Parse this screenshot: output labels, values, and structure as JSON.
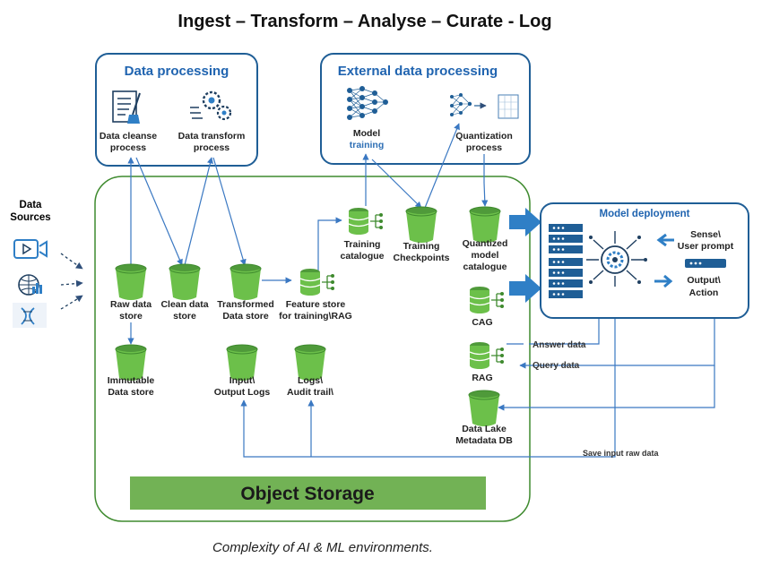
{
  "title": "Ingest – Transform – Analyse – Curate - Log",
  "caption": "Complexity of AI & ML environments.",
  "colors": {
    "green_dark": "#3e8a2e",
    "green_fill": "#6cc04a",
    "blue_dark": "#1f5e96",
    "blue_arrow": "#2f7fc6",
    "storage_green": "#72b255"
  },
  "data_sources": {
    "label_line1": "Data",
    "label_line2": "Sources",
    "icons": [
      "video-icon",
      "globe-chart-icon",
      "dna-icon"
    ]
  },
  "data_processing": {
    "title": "Data processing",
    "items": [
      {
        "line1": "Data cleanse",
        "line2": "process",
        "icon": "document-broom-icon"
      },
      {
        "line1": "Data transform",
        "line2": "process",
        "icon": "gears-icon"
      }
    ]
  },
  "external_processing": {
    "title": "External data processing",
    "items": [
      {
        "line1": "Model",
        "line2": "training",
        "icon": "neural-network-icon"
      },
      {
        "line1": "Quantization",
        "line2": "process",
        "icon": "network-to-matrix-icon"
      }
    ]
  },
  "stores": {
    "raw": {
      "line1": "Raw data",
      "line2": "store"
    },
    "clean": {
      "line1": "Clean data",
      "line2": "store"
    },
    "transformed": {
      "line1": "Transformed",
      "line2": "Data store"
    },
    "feature": {
      "line1": "Feature store",
      "line2": "for training\\RAG"
    },
    "training_catalogue": {
      "line1": "Training",
      "line2": "catalogue"
    },
    "training_checkpoints": {
      "line1": "Training",
      "line2": "Checkpoints"
    },
    "quantized": {
      "line1": "Quantized",
      "line2": "model",
      "line3": "catalogue"
    },
    "cag": {
      "line1": "CAG"
    },
    "rag": {
      "line1": "RAG"
    },
    "immutable": {
      "line1": "Immutable",
      "line2": "Data store"
    },
    "io_logs": {
      "line1": "Input\\",
      "line2": "Output Logs"
    },
    "audit": {
      "line1": "Logs\\",
      "line2": "Audit trail\\"
    },
    "data_lake": {
      "line1": "Data Lake",
      "line2": "Metadata DB"
    }
  },
  "model_deployment": {
    "title": "Model deployment",
    "sense_line1": "Sense\\",
    "sense_line2": "User prompt",
    "output_line1": "Output\\",
    "output_line2": "Action"
  },
  "flows": {
    "answer": "Answer data",
    "query": "Query data",
    "save_input": "Save input raw data"
  },
  "object_storage": {
    "label": "Object Storage"
  }
}
